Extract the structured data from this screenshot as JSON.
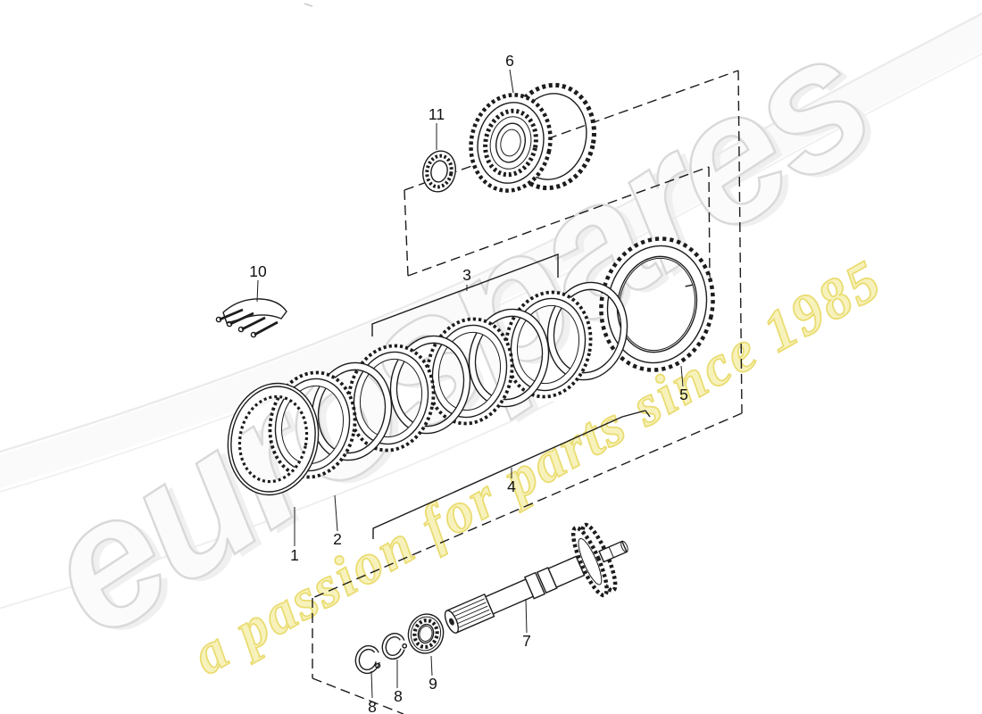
{
  "watermark": {
    "brand": "eurospares",
    "tagline": "a passion for parts since 1985"
  },
  "labels": {
    "l1": "1",
    "l2": "2",
    "l3": "3",
    "l4": "4",
    "l5": "5",
    "l6": "6",
    "l7": "7",
    "l8a": "8",
    "l8b": "8",
    "l9": "9",
    "l10": "10",
    "l11": "11"
  },
  "colors": {
    "line": "#1c1c1c",
    "background": "#ffffff",
    "brand_fill": "#fbfbfb",
    "brand_stroke": "#d9d9d9",
    "tagline_fill": "#f7f2bb",
    "tagline_stroke": "#eadc72"
  }
}
